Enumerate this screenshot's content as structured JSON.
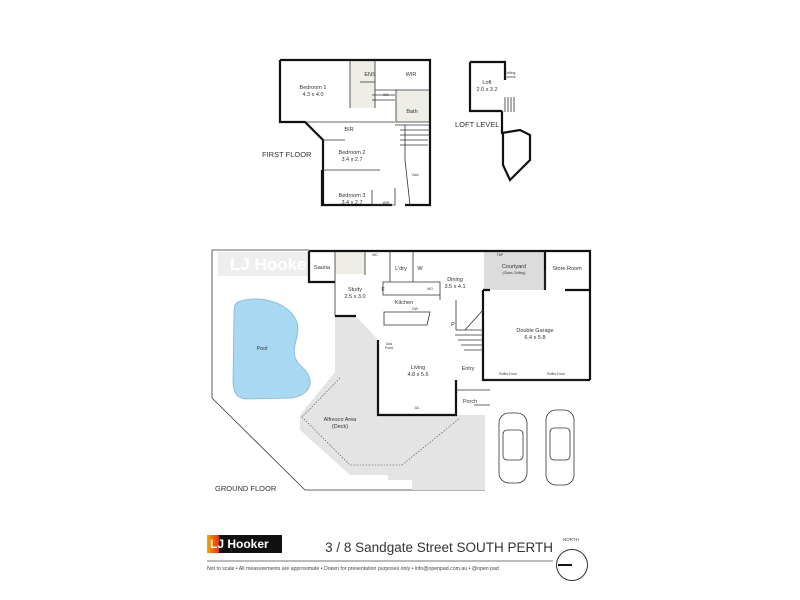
{
  "first_floor": {
    "level_label": "FIRST FLOOR",
    "rooms": [
      {
        "name": "Bedroom 1",
        "size": "4.3 x 4.0"
      },
      {
        "name": "ENS"
      },
      {
        "name": "WIR"
      },
      {
        "name": "WC"
      },
      {
        "name": "Bath"
      },
      {
        "name": "BIR"
      },
      {
        "name": "Bedroom 2",
        "size": "3.4 x 2.7"
      },
      {
        "name": "Bedroom 3",
        "size": "3.4 x 2.7"
      },
      {
        "name": "WIR"
      },
      {
        "name": "Void"
      }
    ]
  },
  "loft_level": {
    "level_label": "LOFT LEVEL",
    "rooms": [
      {
        "name": "Loft",
        "size": "2.0 x 3.2"
      }
    ],
    "note": [
      "Ceiling",
      "Access"
    ]
  },
  "ground_floor": {
    "level_label": "GROUND FLOOR",
    "watermark": "LJ Hooker",
    "rooms": [
      {
        "name": "Sauna"
      },
      {
        "name": "WC"
      },
      {
        "name": "L'dry"
      },
      {
        "name": "W"
      },
      {
        "name": "Study",
        "size": "2.5 x 3.0"
      },
      {
        "name": "F"
      },
      {
        "name": "MO"
      },
      {
        "name": "Kitchen"
      },
      {
        "name": "DW"
      },
      {
        "name": "Dining",
        "size": "3.5 x 4.1"
      },
      {
        "name": "P"
      },
      {
        "name": "Living",
        "size": "4.8 x 5.6"
      },
      {
        "name": "Entry"
      },
      {
        "name": "Porch"
      },
      {
        "name": "Courtyard",
        "note": "(Glass Ceiling)"
      },
      {
        "name": "Store Room"
      },
      {
        "name": "Double Garage",
        "size": "6.4 x 5.8"
      },
      {
        "name": "Pool"
      },
      {
        "name": "Alfresco Area",
        "note": "(Deck)"
      }
    ],
    "annotations": {
      "tap": "TAP",
      "gas_point": [
        "Gas",
        "Point"
      ],
      "ac": "AC",
      "roller_door": "Roller Door"
    }
  },
  "footer": {
    "logo": "LJ Hooker",
    "address": "3 / 8 Sandgate Street SOUTH PERTH",
    "disclaimer": "Not to scale  •  All measurements are approximate  •  Drawn for presentation purposes only  •  info@openpad.com.au  •  @open pad",
    "north_label": "NORTH"
  },
  "colors": {
    "pool": "#a9d9f2",
    "deck": "#e4e4e4",
    "wet_area": "#eeeee6",
    "wall": "#111111",
    "logo_orange": "#f7a600",
    "logo_red": "#e63312"
  }
}
